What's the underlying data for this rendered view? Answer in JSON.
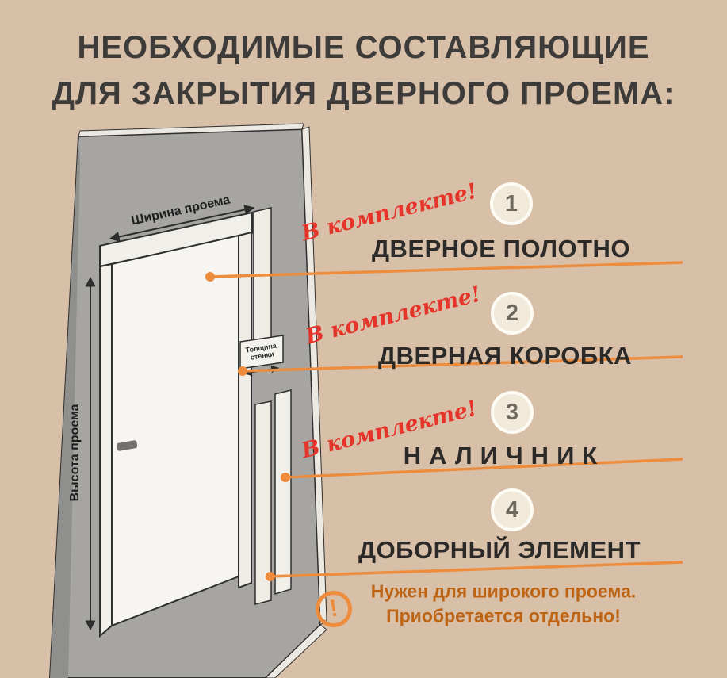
{
  "title": {
    "line1": "НЕОБХОДИМЫЕ СОСТАВЛЯЮЩИЕ",
    "line2": "ДЛЯ ЗАКРЫТИЯ ДВЕРНОГО ПРОЕМА:"
  },
  "diagram": {
    "width_label": "Ширина проема",
    "height_label": "Высота проема",
    "thickness_line1": "Толщина",
    "thickness_line2": "стенки"
  },
  "items": [
    {
      "number": "1",
      "label": "ДВЕРНОЕ ПОЛОТНО",
      "tag": "В комплекте!"
    },
    {
      "number": "2",
      "label": "ДВЕРНАЯ КОРОБКА",
      "tag": "В комплекте!"
    },
    {
      "number": "3",
      "label": "НАЛИЧНИК",
      "tag": "В комплекте!"
    },
    {
      "number": "4",
      "label": "ДОБОРНЫЙ ЭЛЕМЕНТ"
    }
  ],
  "note": {
    "icon_glyph": "!",
    "line1": "Нужен для широкого проема.",
    "line2": "Приобретается отдельно!"
  },
  "colors": {
    "background": "#d8bfa7",
    "accent_orange": "#ee8c3e",
    "tag_red": "#e5342a",
    "note_brown": "#bd6314",
    "title_dark": "#3d3c3a",
    "wall_gray": "#a6a5a2"
  }
}
